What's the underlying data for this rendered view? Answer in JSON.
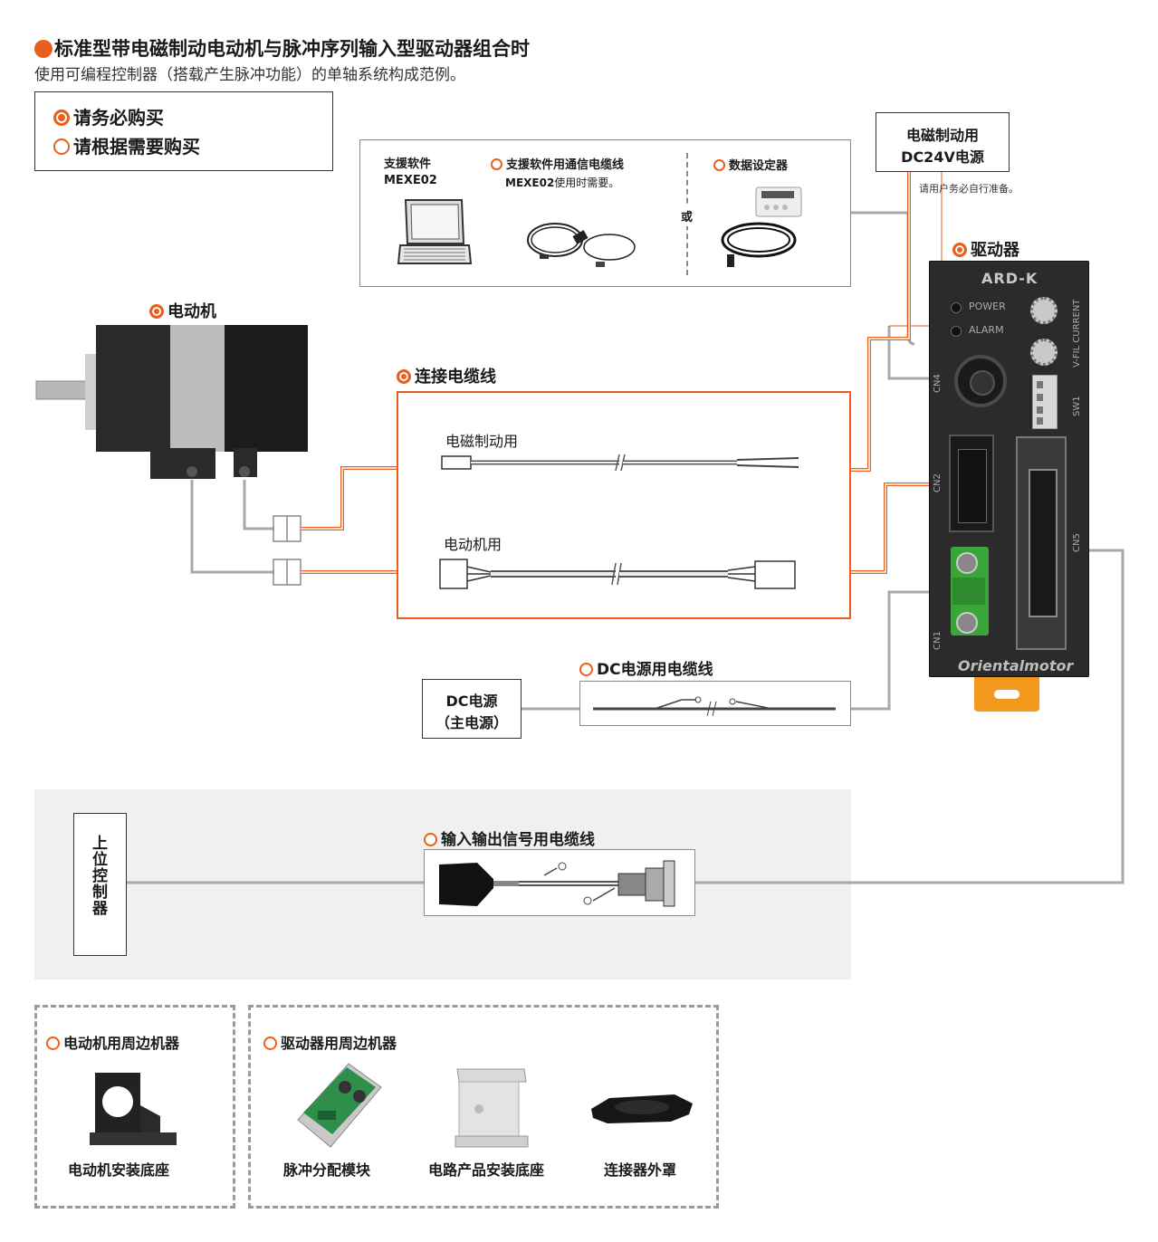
{
  "title": "标准型带电磁制动电动机与脉冲序列输入型驱动器组合时",
  "subtitle": "使用可编程控制器（搭载产生脉冲功能）的单轴系统构成范例。",
  "legend": {
    "required": "请务必购买",
    "optional": "请根据需要购买"
  },
  "brake_power": {
    "label_line1": "电磁制动用",
    "label_line2": "DC24V电源",
    "note": "请用户务必自行准备。"
  },
  "software_box": {
    "software_label_line1": "支援软件",
    "software_label_line2": "MEXE02",
    "comm_cable_label": "支援软件用通信电缆线",
    "comm_cable_note_bold": "MEXE02",
    "comm_cable_note": "使用时需要。",
    "or_label": "或",
    "data_setter_label": "数据设定器"
  },
  "driver": {
    "label": "驱动器",
    "model": "ARD-K",
    "power_led": "POWER",
    "alarm_led": "ALARM",
    "vfil_label": "V-FIL  CURRENT",
    "sw1_label": "SW1",
    "cn4_label": "CN4",
    "cn2_label": "CN2",
    "cn1_label": "CN1",
    "cn5_label": "CN5",
    "brand": "Orientalmotor"
  },
  "motor": {
    "label": "电动机"
  },
  "connection_cable": {
    "label": "连接电缆线",
    "brake_cable_label": "电磁制动用",
    "motor_cable_label": "电动机用"
  },
  "dc_power": {
    "label_line1": "DC电源",
    "label_line2": "（主电源）",
    "cable_label": "DC电源用电缆线"
  },
  "controller": {
    "label": "上位控制器"
  },
  "io_cable": {
    "label": "输入输出信号用电缆线"
  },
  "motor_peripherals": {
    "title": "电动机用周边机器",
    "items": [
      "电动机安装底座"
    ]
  },
  "driver_peripherals": {
    "title": "驱动器用周边机器",
    "items": [
      "脉冲分配模块",
      "电路产品安装底座",
      "连接器外罩"
    ]
  },
  "colors": {
    "accent": "#e8601c",
    "line_gray": "#a8a8a8",
    "driver_body": "#2a2a2a",
    "terminal_green": "#3aa63a",
    "din_orange": "#f39a1e",
    "controller_band": "#f0f0f0"
  }
}
